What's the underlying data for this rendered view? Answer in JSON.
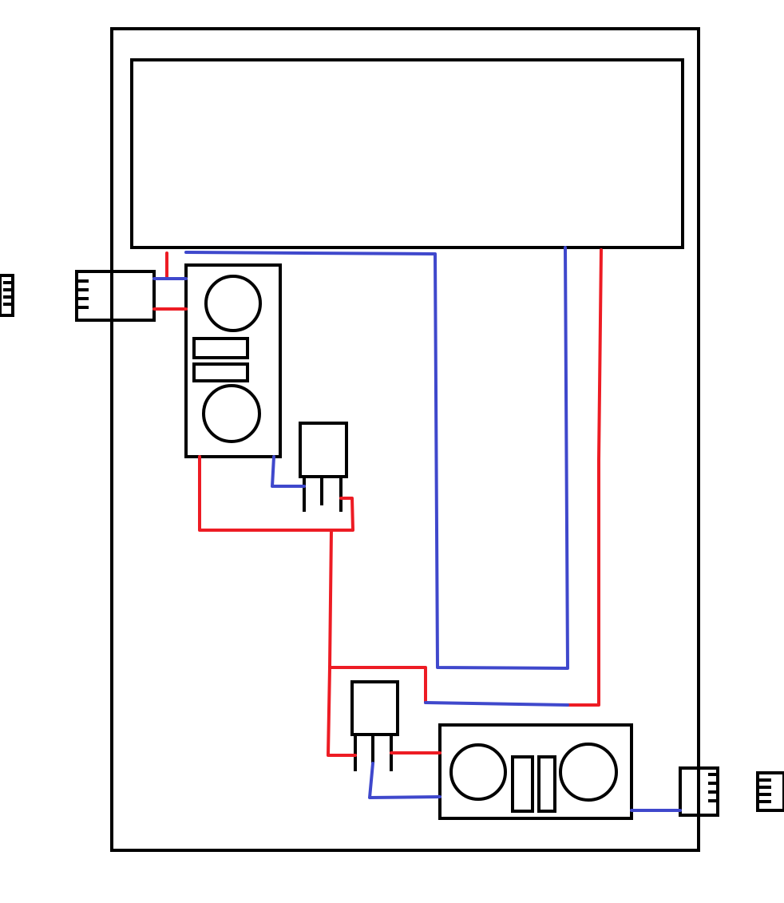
{
  "colors": {
    "outline": "#000000",
    "power_wire": "#ed1c24",
    "signal_wire": "#3f48cc",
    "background": "#ffffff"
  },
  "components": [
    "enclosure-board",
    "display-panel",
    "ultrasonic-sensor-vertical",
    "ultrasonic-sensor-horizontal",
    "regulator-upper",
    "regulator-lower",
    "connector-left",
    "connector-right",
    "connector-left-external-icon",
    "connector-right-external-icon"
  ]
}
